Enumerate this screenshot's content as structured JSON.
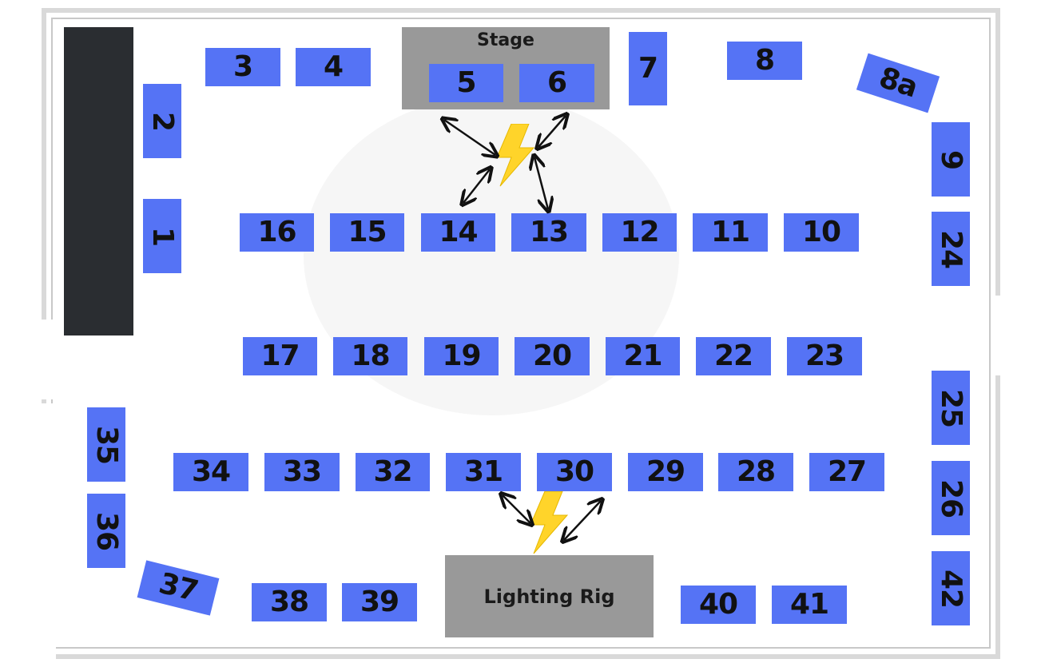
{
  "stage": {
    "label": "Stage"
  },
  "lighting_rig": {
    "label": "Lighting Rig"
  },
  "booths": {
    "b1": "1",
    "b2": "2",
    "b3": "3",
    "b4": "4",
    "b5": "5",
    "b6": "6",
    "b7": "7",
    "b8": "8",
    "b8a": "8a",
    "b9": "9",
    "b10": "10",
    "b11": "11",
    "b12": "12",
    "b13": "13",
    "b14": "14",
    "b15": "15",
    "b16": "16",
    "b17": "17",
    "b18": "18",
    "b19": "19",
    "b20": "20",
    "b21": "21",
    "b22": "22",
    "b23": "23",
    "b24": "24",
    "b25": "25",
    "b26": "26",
    "b27": "27",
    "b28": "28",
    "b29": "29",
    "b30": "30",
    "b31": "31",
    "b32": "32",
    "b33": "33",
    "b34": "34",
    "b35": "35",
    "b36": "36",
    "b37": "37",
    "b38": "38",
    "b39": "39",
    "b40": "40",
    "b41": "41",
    "b42": "42"
  },
  "colors": {
    "booth": "#5573f5",
    "stage": "#999999",
    "wall_block": "#2a2d31",
    "power": "#ffd42a"
  },
  "icons": {
    "power": "lightning-bolt-icon",
    "connector": "double-arrow-icon"
  }
}
